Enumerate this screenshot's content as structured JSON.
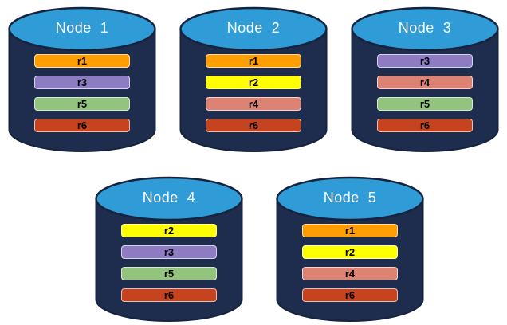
{
  "colors": {
    "background": "#FFFFFF",
    "cylinder_body": "#1E2C4E",
    "cylinder_outline": "#16233D",
    "cylinder_top": "#2F9BD7",
    "title_text": "#FFFFFF",
    "bar_text": "#000000",
    "replicas": {
      "r1": "#FF9E00",
      "r2": "#FFFF00",
      "r3": "#8E7CC3",
      "r4": "#DD8373",
      "r5": "#93C47D",
      "r6": "#C64320"
    }
  },
  "nodes": [
    {
      "label": "Node  1",
      "replicas": [
        "r1",
        "r3",
        "r5",
        "r6"
      ]
    },
    {
      "label": "Node  2",
      "replicas": [
        "r1",
        "r2",
        "r4",
        "r6"
      ]
    },
    {
      "label": "Node  3",
      "replicas": [
        "r3",
        "r4",
        "r5",
        "r6"
      ]
    },
    {
      "label": "Node  4",
      "replicas": [
        "r2",
        "r3",
        "r5",
        "r6"
      ]
    },
    {
      "label": "Node  5",
      "replicas": [
        "r1",
        "r2",
        "r4",
        "r6"
      ]
    }
  ]
}
